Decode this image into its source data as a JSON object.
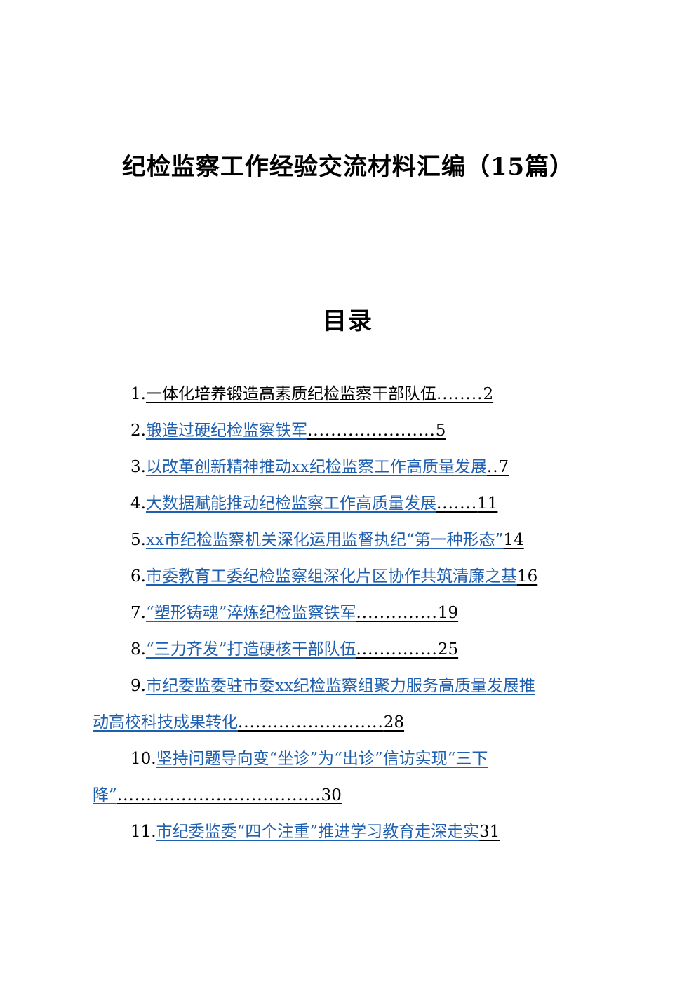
{
  "document": {
    "title": "纪检监察工作经验交流材料汇编（15篇）",
    "toc_heading": "目录"
  },
  "toc": {
    "entries": [
      {
        "num": "1.",
        "text": "一体化培养锻造高素质纪检监察干部队伍",
        "dots": "........",
        "page": "2"
      },
      {
        "num": "2.",
        "text": "锻造过硬纪检监察铁军",
        "dots": "......................",
        "page": "5"
      },
      {
        "num": "3.",
        "text": "以改革创新精神推动xx纪检监察工作高质量发展",
        "dots": "..",
        "page": "7"
      },
      {
        "num": "4.",
        "text": "大数据赋能推动纪检监察工作高质量发展",
        "dots": ".......",
        "page": "11"
      },
      {
        "num": "5.",
        "text": "xx市纪检监察机关深化运用监督执纪“第一种形态”",
        "dots": "",
        "page": "14"
      },
      {
        "num": "6.",
        "text": "市委教育工委纪检监察组深化片区协作共筑清廉之基",
        "dots": "",
        "page": "16"
      },
      {
        "num": "7.",
        "text": "“塑形铸魂”淬炼纪检监察铁军",
        "dots": "..............",
        "page": "19"
      },
      {
        "num": "8.",
        "text": "“三力齐发”打造硬核干部队伍",
        "dots": "..............",
        "page": "25"
      },
      {
        "num": "9.",
        "text_line1": "市纪委监委驻市委xx纪检监察组聚力服务高质量发展推",
        "text_line2": "动高校科技成果转化",
        "dots": ".........................",
        "page": "28"
      },
      {
        "num": "10.",
        "text_line1": "坚持问题导向变“坐诊”为“出诊”信访实现“三下",
        "text_line2": "降”",
        "dots": "...................................",
        "page": "30"
      },
      {
        "num": "11.",
        "text": "市纪委监委“四个注重”推进学习教育走深走实",
        "dots": "",
        "page": "31"
      }
    ]
  }
}
